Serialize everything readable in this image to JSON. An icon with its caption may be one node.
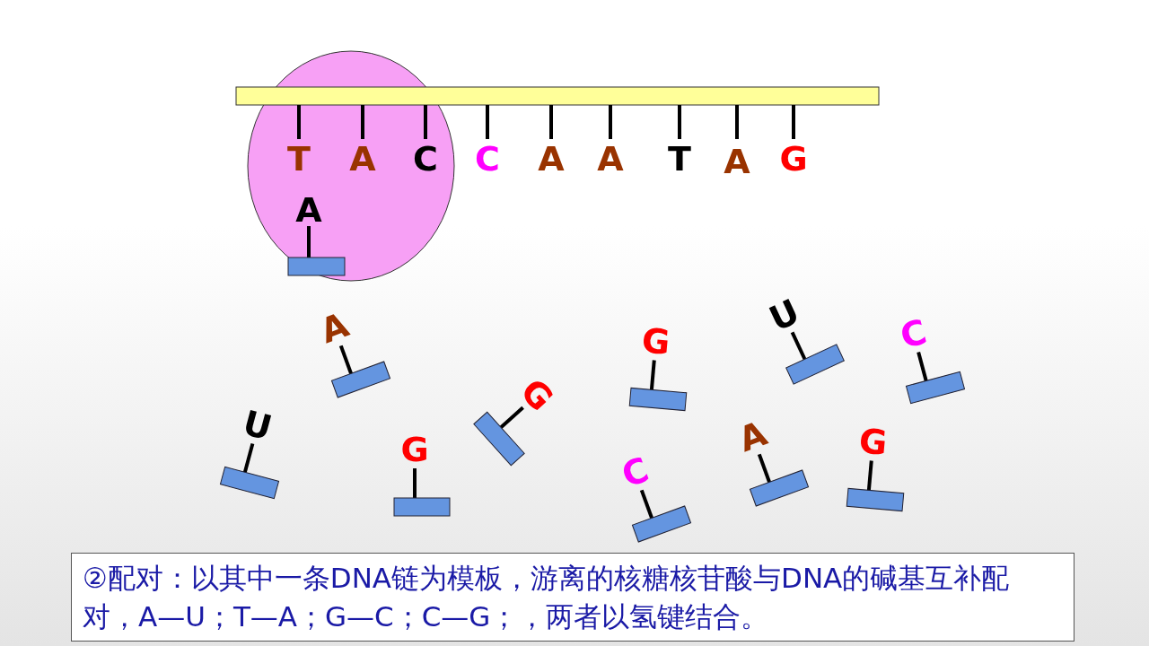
{
  "diagram": {
    "nodes": [
      {
        "text": [
          "②配对：以其中一条DNA链为模板，游离的核糖核苷酸与DNA的碱基互补配对，A—U；T—A；G—C；C—G；，两者以氢键结合。"
        ]
      }
    ],
    "labels": [
      "T",
      "A",
      "C",
      "C",
      "A",
      "A",
      "T",
      "A",
      "G",
      "A",
      "A",
      "G",
      "U",
      "C",
      "U",
      "G",
      "G",
      "C",
      "A",
      "G"
    ]
  }
}
